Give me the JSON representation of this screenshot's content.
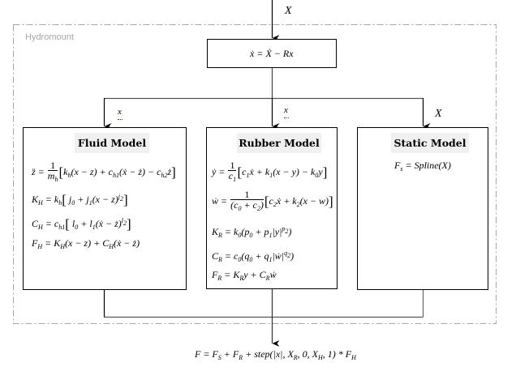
{
  "container": {
    "label": "Hydromount"
  },
  "inputs": {
    "top_input": "X",
    "fluid_input": "x",
    "rubber_input": "x",
    "static_input": "X"
  },
  "top_box": {
    "equation": "ẋ = Ẋ − Rx"
  },
  "fluid_model": {
    "title": "Fluid Model",
    "equations": [
      "z̈ = (1/m_h)[k_h(x − z) + c_h1(ẋ − ż) − c_h2 ż]",
      "K_H = k_h[j_0 + j_1(x − z)^j2]",
      "C_H = c_h1[l_0 + l_1(ẋ − ż)^l2]",
      "F_H = K_H(x − z) + C_H(ẋ − ż)"
    ]
  },
  "rubber_model": {
    "title": "Rubber Model",
    "equations": [
      "ẏ = (1/c_1)[c_1 ẋ + k_1(x − y) − k_0 y]",
      "ẇ = (1/(c_0 + c_2))[c_2 ẋ + k_2(x − w)]",
      "K_R = k_0(p_0 + p_1|y|^p2)",
      "C_R = c_0(q_0 + q_1|ẇ|^q2)",
      "F_R = K_R y + C_R ẇ"
    ]
  },
  "static_model": {
    "title": "Static Model",
    "equations": [
      "F_s = Spline(X)"
    ]
  },
  "output": {
    "equation": "F = F_S + F_R + step(|x|, X_R, 0, X_H, 1) * F_H"
  },
  "colors": {
    "container_border": "#a6a6a6",
    "title_bg": "#f0f0f0",
    "placeholder_mark": "#1a3fd6"
  }
}
